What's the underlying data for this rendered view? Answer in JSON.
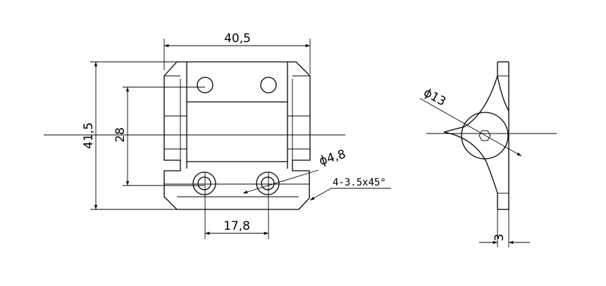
{
  "dimensions": {
    "width_top": "40,5",
    "height_total": "41,5",
    "hole_spacing_vertical": "28",
    "hole_spacing_horizontal": "17,8",
    "hole_diameter": "ϕ4,8",
    "chamfer": "4-3.5x45°",
    "pin_diameter": "ϕ13",
    "thickness": "3"
  }
}
